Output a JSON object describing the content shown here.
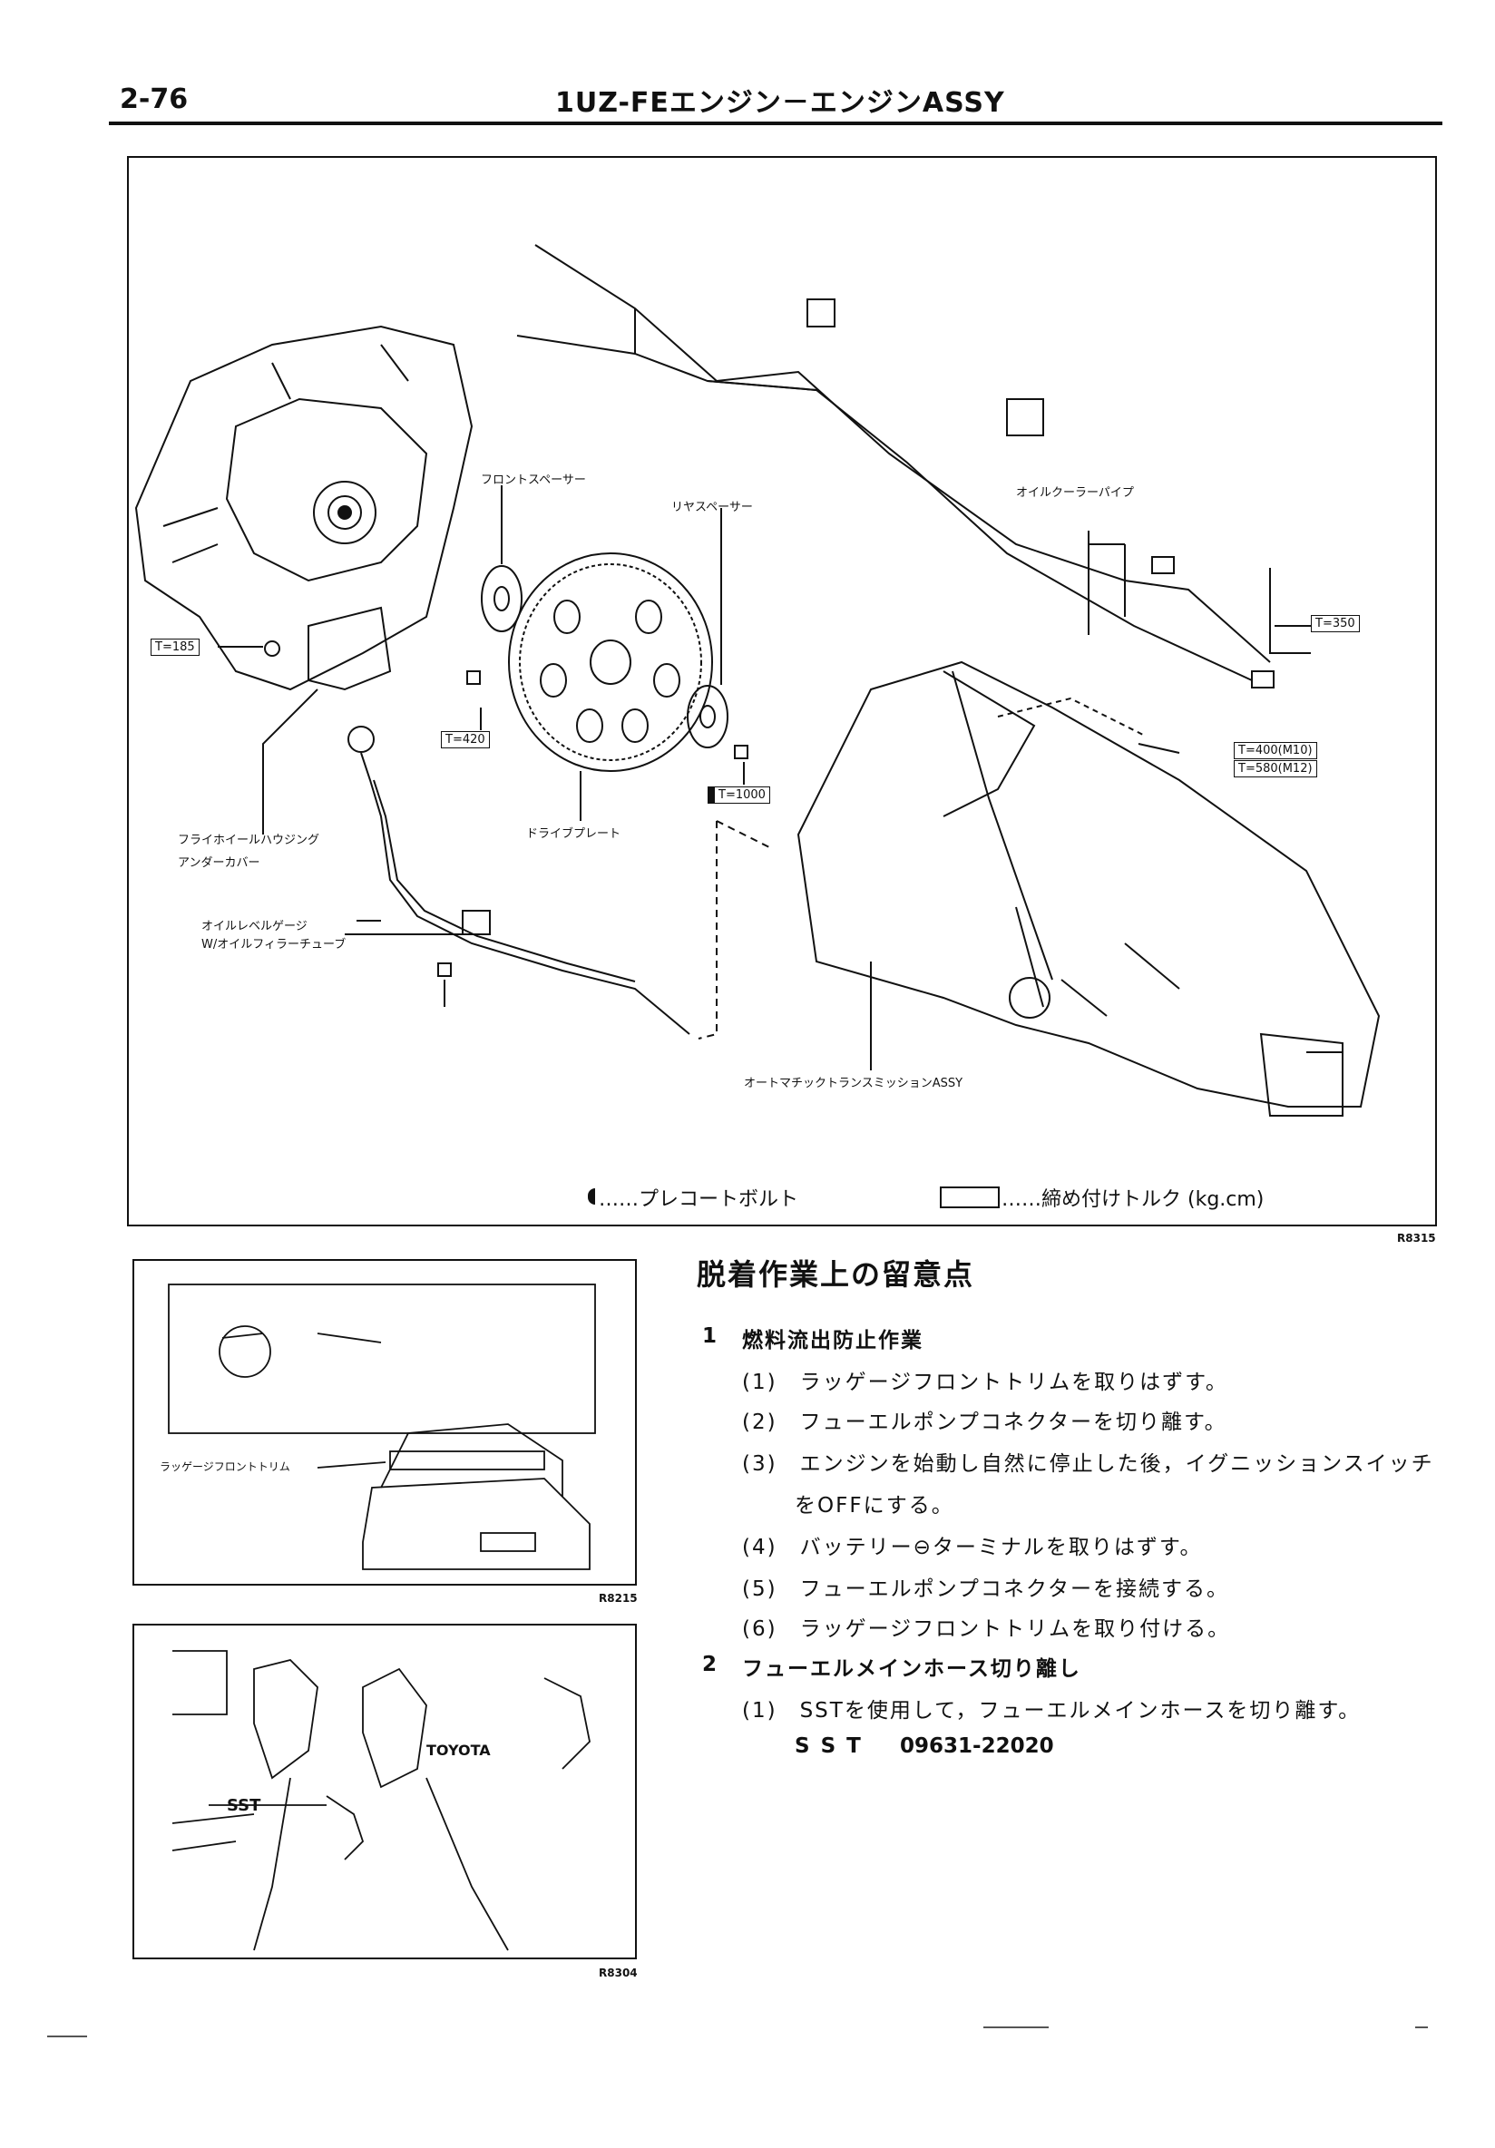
{
  "header": {
    "page_number": "2-76",
    "title": "1UZ-FEエンジン－エンジンASSY"
  },
  "main_figure": {
    "labels": {
      "front_spacer": "フロントスペーサー",
      "rear_spacer": "リヤスペーサー",
      "oil_cooler_pipe": "オイルクーラーパイプ",
      "flywheel_cover_1": "フライホイールハウジング",
      "flywheel_cover_2": "アンダーカバー",
      "drive_plate": "ドライブプレート",
      "oil_gauge_1": "オイルレベルゲージ",
      "oil_gauge_2": "W/オイルフィラーチューブ",
      "auto_trans": "オートマチックトランスミッションASSY"
    },
    "torques": {
      "t185": "T=185",
      "t420": "T=420",
      "t1000": "T=1000",
      "t350": "T=350",
      "t400": "T=400(M10)",
      "t580": "T=580(M12)"
    },
    "legend": {
      "precoat": "……プレコートボルト",
      "torque": "……締め付けトルク (kg.cm)"
    },
    "code": "R8315"
  },
  "fig_luggage": {
    "label": "ラッゲージフロントトリム",
    "code": "R8215"
  },
  "fig_sst": {
    "label": "SST",
    "brand": "TOYOTA",
    "code": "R8304"
  },
  "instructions": {
    "title": "脱着作業上の留意点",
    "sections": [
      {
        "num": "1",
        "title": "燃料流出防止作業",
        "steps": [
          "(1)　ラッゲージフロントトリムを取りはずす。",
          "(2)　フューエルポンプコネクターを切り離す。",
          "(3)　エンジンを始動し自然に停止した後，イグニッションスイッチ",
          "をOFFにする。",
          "(4)　バッテリー⊖ターミナルを取りはずす。",
          "(5)　フューエルポンプコネクターを接続する。",
          "(6)　ラッゲージフロントトリムを取り付ける。"
        ]
      },
      {
        "num": "2",
        "title": "フューエルメインホース切り離し",
        "steps": [
          "(1)　SSTを使用して，フューエルメインホースを切り離す。"
        ],
        "sst_label": "S S T",
        "sst_code": "09631-22020"
      }
    ]
  }
}
